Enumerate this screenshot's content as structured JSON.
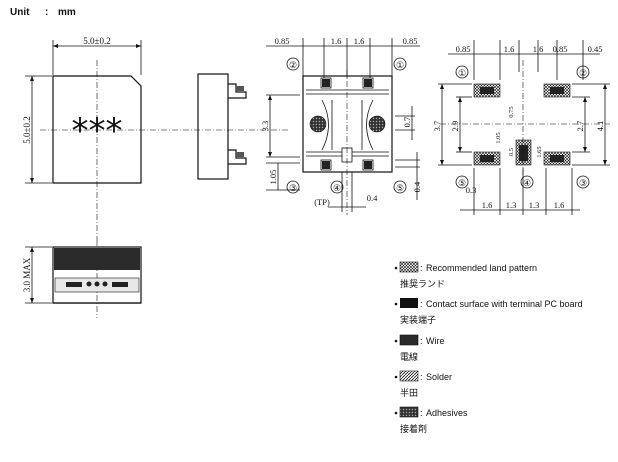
{
  "unit": {
    "label": "Unit",
    "sep": ":",
    "value": "mm"
  },
  "top_view": {
    "width_dim": "5.0±0.2",
    "height_dim": "5.0±0.2",
    "marking": "***"
  },
  "side_view": {
    "height_dim": "3.0 MAX"
  },
  "terminal_view": {
    "top_dims": [
      "0.85",
      "1.6",
      "1.6",
      "0.85"
    ],
    "left_dim": "3.3",
    "right_dim": "0.7",
    "bottom_left_dim": "1.05",
    "bottom_right_dim": "0.4",
    "tp_label": "(TP)",
    "tp_dim": "0.4",
    "pins": [
      "①",
      "②",
      "③",
      "④",
      "⑤"
    ]
  },
  "land_view": {
    "top_dims": [
      "0.85",
      "1.6",
      "1.6",
      "0.85",
      "0.45"
    ],
    "left_outer": "3.7",
    "left_inner": "2.9",
    "right_inner": "2.7",
    "right_outer": "4.1",
    "center_dims": [
      "1.05",
      "0.75",
      "0.5",
      "1.65"
    ],
    "bottom_dims": [
      "0.3",
      "1.6",
      "1.3",
      "1.3",
      "1.6"
    ],
    "pins": [
      "①",
      "②",
      "③",
      "④",
      "⑤"
    ]
  },
  "legend": [
    {
      "en": "Recommended land pattern",
      "jp": "推奨ランド"
    },
    {
      "en": "Contact surface with terminal PC board",
      "jp": "実装端子"
    },
    {
      "en": "Wire",
      "jp": "電線"
    },
    {
      "en": "Solder",
      "jp": "半田"
    },
    {
      "en": "Adhesives",
      "jp": "接着剤"
    }
  ],
  "legend_sep": ":"
}
